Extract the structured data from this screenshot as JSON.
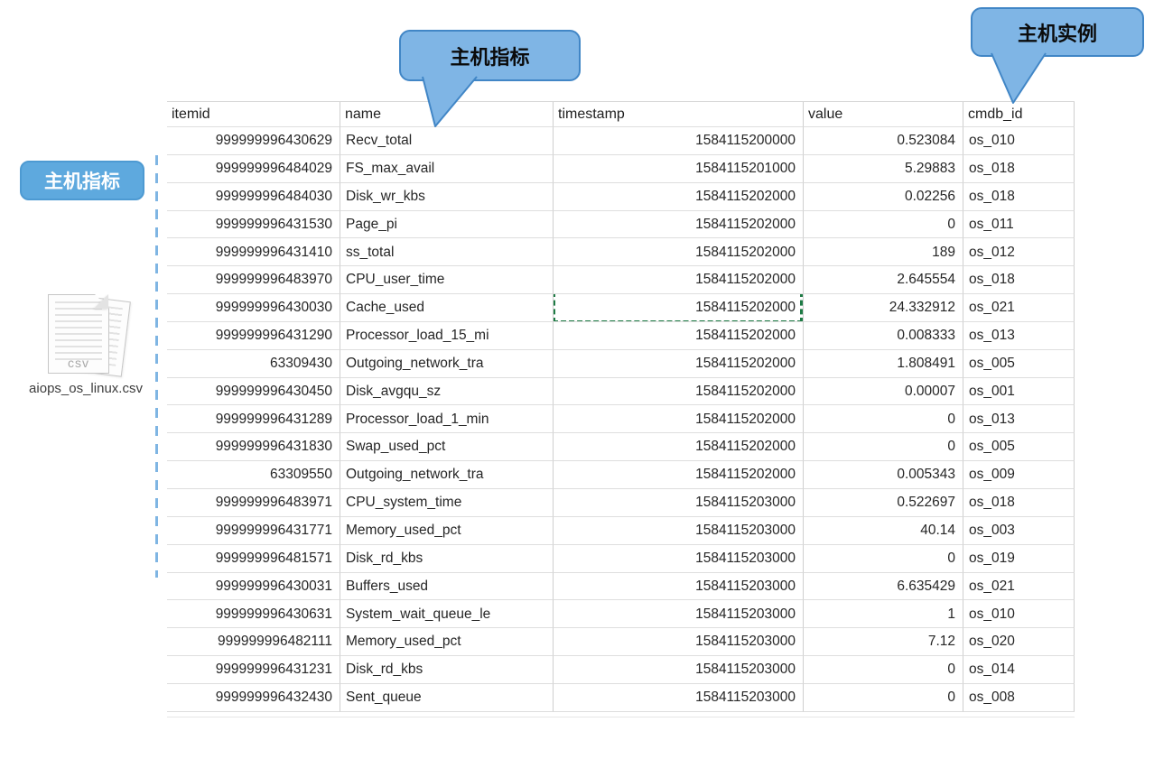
{
  "colors": {
    "callout_fill": "#7FB5E5",
    "callout_border": "#4186C6",
    "label_fill": "#5EA9DE",
    "label_border": "#4D9AD2",
    "selection_green": "#1E7B45",
    "dashed_line": "#7FB5E3"
  },
  "annotations": {
    "callout_metric": "主机指标",
    "callout_instance": "主机实例",
    "side_label": "主机指标",
    "file_label": "aiops_os_linux.csv",
    "file_icon_text": "csv"
  },
  "table": {
    "columns": [
      {
        "key": "itemid",
        "label": "itemid"
      },
      {
        "key": "name",
        "label": "name"
      },
      {
        "key": "timestamp",
        "label": "timestamp"
      },
      {
        "key": "value",
        "label": "value"
      },
      {
        "key": "cmdb_id",
        "label": "cmdb_id"
      }
    ],
    "rows": [
      {
        "itemid": "999999996430629",
        "name": "Recv_total",
        "timestamp": "1584115200000",
        "value": "0.523084",
        "cmdb_id": "os_010"
      },
      {
        "itemid": "999999996484029",
        "name": "FS_max_avail",
        "timestamp": "1584115201000",
        "value": "5.29883",
        "cmdb_id": "os_018"
      },
      {
        "itemid": "999999996484030",
        "name": "Disk_wr_kbs",
        "timestamp": "1584115202000",
        "value": "0.02256",
        "cmdb_id": "os_018"
      },
      {
        "itemid": "999999996431530",
        "name": "Page_pi",
        "timestamp": "1584115202000",
        "value": "0",
        "cmdb_id": "os_011"
      },
      {
        "itemid": "999999996431410",
        "name": "ss_total",
        "timestamp": "1584115202000",
        "value": "189",
        "cmdb_id": "os_012"
      },
      {
        "itemid": "999999996483970",
        "name": "CPU_user_time",
        "timestamp": "1584115202000",
        "value": "2.645554",
        "cmdb_id": "os_018"
      },
      {
        "itemid": "999999996430030",
        "name": "Cache_used",
        "timestamp": "1584115202000",
        "value": "24.332912",
        "cmdb_id": "os_021",
        "selected": true
      },
      {
        "itemid": "999999996431290",
        "name": "Processor_load_15_mi",
        "timestamp": "1584115202000",
        "value": "0.008333",
        "cmdb_id": "os_013"
      },
      {
        "itemid": "63309430",
        "name": "Outgoing_network_tra",
        "timestamp": "1584115202000",
        "value": "1.808491",
        "cmdb_id": "os_005"
      },
      {
        "itemid": "999999996430450",
        "name": "Disk_avgqu_sz",
        "timestamp": "1584115202000",
        "value": "0.00007",
        "cmdb_id": "os_001"
      },
      {
        "itemid": "999999996431289",
        "name": "Processor_load_1_min",
        "timestamp": "1584115202000",
        "value": "0",
        "cmdb_id": "os_013"
      },
      {
        "itemid": "999999996431830",
        "name": "Swap_used_pct",
        "timestamp": "1584115202000",
        "value": "0",
        "cmdb_id": "os_005"
      },
      {
        "itemid": "63309550",
        "name": "Outgoing_network_tra",
        "timestamp": "1584115202000",
        "value": "0.005343",
        "cmdb_id": "os_009"
      },
      {
        "itemid": "999999996483971",
        "name": "CPU_system_time",
        "timestamp": "1584115203000",
        "value": "0.522697",
        "cmdb_id": "os_018"
      },
      {
        "itemid": "999999996431771",
        "name": "Memory_used_pct",
        "timestamp": "1584115203000",
        "value": "40.14",
        "cmdb_id": "os_003"
      },
      {
        "itemid": "999999996481571",
        "name": "Disk_rd_kbs",
        "timestamp": "1584115203000",
        "value": "0",
        "cmdb_id": "os_019"
      },
      {
        "itemid": "999999996430031",
        "name": "Buffers_used",
        "timestamp": "1584115203000",
        "value": "6.635429",
        "cmdb_id": "os_021"
      },
      {
        "itemid": "999999996430631",
        "name": "System_wait_queue_le",
        "timestamp": "1584115203000",
        "value": "1",
        "cmdb_id": "os_010"
      },
      {
        "itemid": "999999996482111",
        "name": "Memory_used_pct",
        "timestamp": "1584115203000",
        "value": "7.12",
        "cmdb_id": "os_020"
      },
      {
        "itemid": "999999996431231",
        "name": "Disk_rd_kbs",
        "timestamp": "1584115203000",
        "value": "0",
        "cmdb_id": "os_014"
      },
      {
        "itemid": "999999996432430",
        "name": "Sent_queue",
        "timestamp": "1584115203000",
        "value": "0",
        "cmdb_id": "os_008"
      }
    ]
  }
}
